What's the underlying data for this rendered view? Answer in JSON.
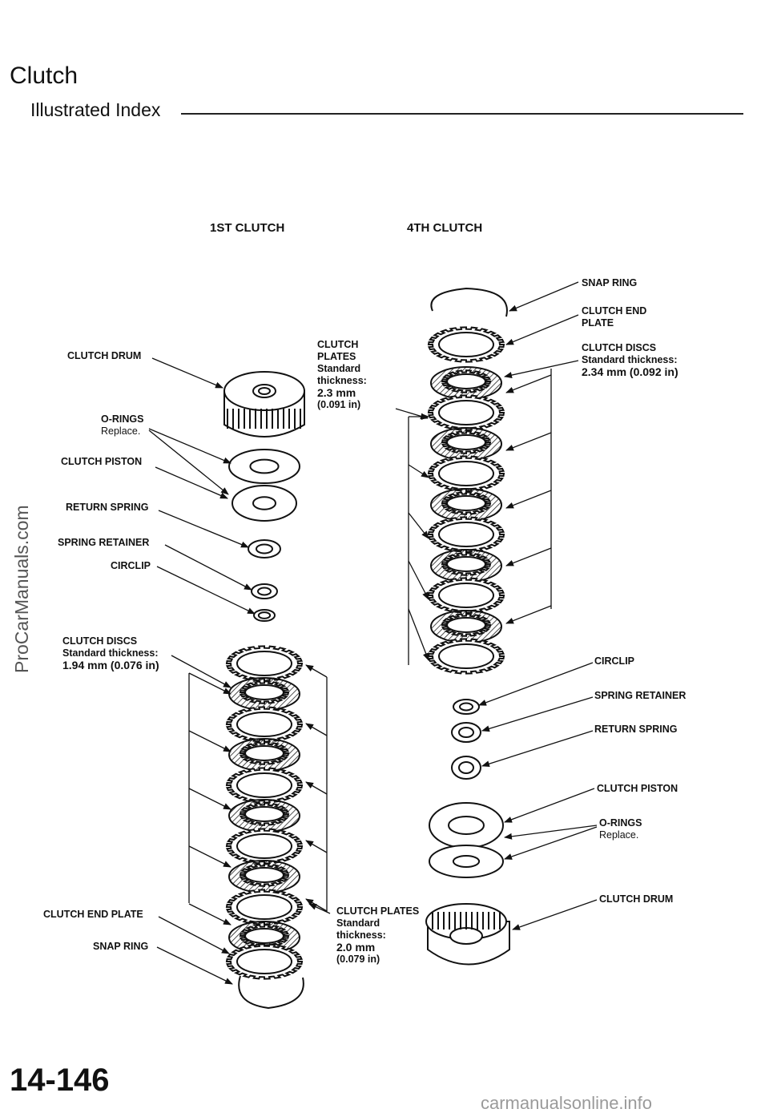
{
  "header": {
    "title": "Clutch",
    "subtitle": "Illustrated Index"
  },
  "columns": {
    "first": "1ST CLUTCH",
    "fourth": "4TH CLUTCH"
  },
  "first_clutch": {
    "clutch_drum": "CLUTCH DRUM",
    "o_rings": "O-RINGS",
    "o_rings_note": "Replace.",
    "clutch_piston": "CLUTCH PISTON",
    "return_spring": "RETURN SPRING",
    "spring_retainer": "SPRING RETAINER",
    "circlip": "CIRCLIP",
    "discs_title": "CLUTCH DISCS",
    "discs_thickness_label": "Standard thickness:",
    "discs_thickness_value": "1.94 mm (0.076 in)",
    "end_plate": "CLUTCH END PLATE",
    "snap_ring": "SNAP RING",
    "plates_title": "CLUTCH PLATES",
    "plates_standard": "Standard",
    "plates_thickness": "thickness:",
    "plates_mm": "2.0 mm",
    "plates_in": "(0.079 in)"
  },
  "fourth_clutch": {
    "plates_line1": "CLUTCH",
    "plates_line2": "PLATES",
    "plates_standard": "Standard",
    "plates_thickness": "thickness:",
    "plates_mm": "2.3 mm",
    "plates_in": "(0.091 in)",
    "snap_ring": "SNAP RING",
    "end_plate_line1": "CLUTCH END",
    "end_plate_line2": "PLATE",
    "discs_title": "CLUTCH DISCS",
    "discs_thickness_label": "Standard thickness:",
    "discs_thickness_value": "2.34 mm (0.092 in)",
    "circlip": "CIRCLIP",
    "spring_retainer": "SPRING RETAINER",
    "return_spring": "RETURN SPRING",
    "clutch_piston": "CLUTCH PISTON",
    "o_rings": "O-RINGS",
    "o_rings_note": "Replace.",
    "clutch_drum": "CLUTCH DRUM"
  },
  "side_watermark": "ProCarManuals.com",
  "page_number": "14-146",
  "footer_site": "carmanualsonline.info"
}
